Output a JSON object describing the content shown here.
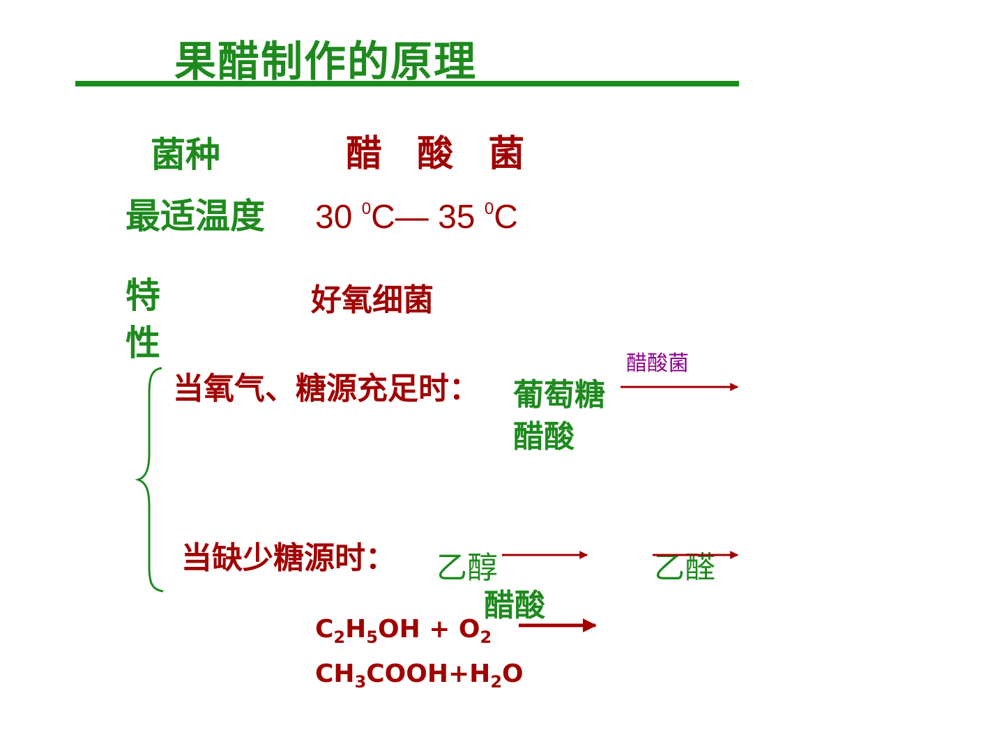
{
  "slide": {
    "title": "果醋制作的原理",
    "strain_label": "菌种",
    "strain_value": "醋 酸 菌",
    "temperature_label": "最适温度",
    "temperature": {
      "low": "30 ",
      "low_sup": "0",
      "low_unit": "C",
      "dash": "— ",
      "high": "35 ",
      "high_sup": "0",
      "high_unit": "C"
    },
    "feature_label": "特性",
    "feature_value": "好氧细菌",
    "conditions": [
      {
        "condition": "当氧气、糖源充足时：",
        "enzyme": "醋酸菌",
        "reactant": "葡萄糖",
        "product": "醋酸"
      },
      {
        "condition": "当缺少糖源时：",
        "reactant": "乙醇",
        "intermediate": "乙醛",
        "product": "醋酸"
      }
    ],
    "equation": {
      "lhs": [
        {
          "t": "C"
        },
        {
          "s": "2"
        },
        {
          "t": "H"
        },
        {
          "s": "5"
        },
        {
          "t": "OH + O"
        },
        {
          "s": "2"
        }
      ],
      "rhs": [
        {
          "t": "CH"
        },
        {
          "s": "3"
        },
        {
          "t": "COOH+H"
        },
        {
          "s": "2"
        },
        {
          "t": "O"
        }
      ]
    }
  },
  "colors": {
    "green": "#1e8a1e",
    "red": "#a00000",
    "purple": "#8b008b",
    "rule": "#1a8c1a"
  }
}
